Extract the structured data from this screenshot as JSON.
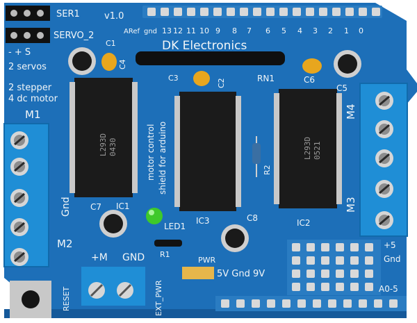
{
  "silkscreen": {
    "brand": "DK Electronics",
    "version": "v1.0",
    "servo1": "SER1",
    "servo2": "SERVO_2",
    "pins_polarity": "- + S",
    "desc_line1": "2 servos",
    "desc_line2": "2 stepper",
    "desc_line3": "4 dc motor",
    "areF": "ARef",
    "gnd_top": "gnd",
    "pin_numbers": [
      "13",
      "12",
      "11",
      "10",
      "9",
      "8",
      "7",
      "6",
      "5",
      "4",
      "3",
      "2",
      "1",
      "0"
    ],
    "c1": "C1",
    "c3": "C3",
    "c2": "C2",
    "c4": "C4",
    "c5": "C5",
    "c6": "C6",
    "c7": "C7",
    "c8": "C8",
    "rn1": "RN1",
    "r1": "R1",
    "r2": "R2",
    "ic1": "IC1",
    "ic2": "IC2",
    "ic3": "IC3",
    "led1": "LED1",
    "m1": "M1",
    "m2": "M2",
    "m3": "M3",
    "m4": "M4",
    "gnd_left": "Gnd",
    "gnd_bottom": "GND",
    "plus_m": "+M",
    "reset": "RESET",
    "ext_pwr": "EXT_PWR",
    "pwr": "PWR",
    "power_pins": "5V Gnd 9V",
    "plus5": "+5",
    "gnd_right": "Gnd",
    "a05": "A0-5",
    "mc_line1": "motor control",
    "mc_line2": "shield for arduino"
  },
  "chips": {
    "chip_left": {
      "line1": "L293D",
      "line2": "0430"
    },
    "chip_right": {
      "line1": "L293D",
      "line2": "0521"
    }
  },
  "colors": {
    "pcb": "#1d6fb8",
    "pcb_dark": "#15599a",
    "silk": "#f2f6f8",
    "terminal": "#1f8ed6",
    "chip": "#1b1b1b",
    "led": "#3ec92a"
  }
}
